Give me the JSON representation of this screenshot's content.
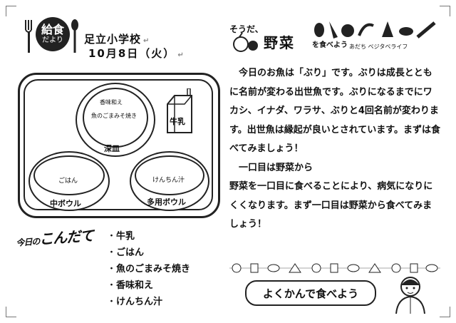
{
  "header": {
    "logo_line1": "給食",
    "logo_line2": "だより",
    "school": "足立小学校",
    "date": "10月8日（火）"
  },
  "tray": {
    "fukazara": "深皿",
    "fukazara_item1": "香味和え",
    "fukazara_item2": "魚のごまみそ焼き",
    "milk": "牛乳",
    "chu_bowl": "中ボウル",
    "chu_bowl_item": "ごはん",
    "tayou_bowl": "多用ボウル",
    "tayou_bowl_item": "けんちん汁"
  },
  "menu": {
    "title_a": "今日の",
    "title_b": "こんだて",
    "items": [
      "牛乳",
      "ごはん",
      "魚のごまみそ焼き",
      "香味和え",
      "けんちん汁"
    ]
  },
  "banner": {
    "lead": "そうだ、",
    "main": "野菜",
    "sub": "を食べよう",
    "adachi": "あだち ベジタベライフ"
  },
  "article": {
    "p1": "今日のお魚は「ぶり」です。ぶりは成長とともに名前が変わる出世魚です。ぶりになるまでにワカシ、イナダ、ワラサ、ぶりと4回名前が変わります。出世魚は縁起が良いとされています。まずは食べてみましょう！",
    "heading": "一口目は野菜から",
    "p2": "野菜を一口目に食べることにより、病気になりにくくなります。まず一口目は野菜から食べてみましょう！"
  },
  "footer_banner": "よくかんで食べよう"
}
